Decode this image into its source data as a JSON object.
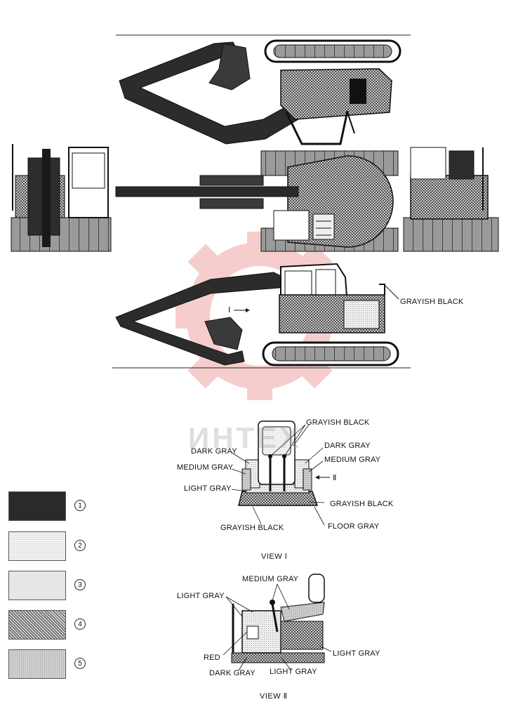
{
  "watermark": "ИНТЕХ",
  "machine_labels": {
    "counterweight_rail": "GRAYISH BLACK"
  },
  "view_one": {
    "title": "VIEW Ⅰ",
    "arrow_marker": "Ⅰ",
    "labels": {
      "seat_top": "GRAYISH BLACK",
      "dark_left": "DARK GRAY",
      "dark_right": "DARK GRAY",
      "medium_left": "MEDIUM GRAY",
      "medium_right": "MEDIUM GRAY",
      "light_left": "LIGHT GRAY",
      "grayish_right": "GRAYISH BLACK",
      "grayish_bottom": "GRAYISH BLACK",
      "floor": "FLOOR GRAY",
      "view_two_marker": "Ⅱ"
    }
  },
  "view_two": {
    "title": "VIEW Ⅱ",
    "labels": {
      "medium": "MEDIUM GRAY",
      "light_top": "LIGHT GRAY",
      "red": "RED",
      "dark": "DARK GRAY",
      "light_bottom": "LIGHT GRAY",
      "light_right": "LIGHT GRAY"
    }
  },
  "legend": [
    {
      "number": "1"
    },
    {
      "number": "2"
    },
    {
      "number": "3"
    },
    {
      "number": "4"
    },
    {
      "number": "5"
    }
  ]
}
